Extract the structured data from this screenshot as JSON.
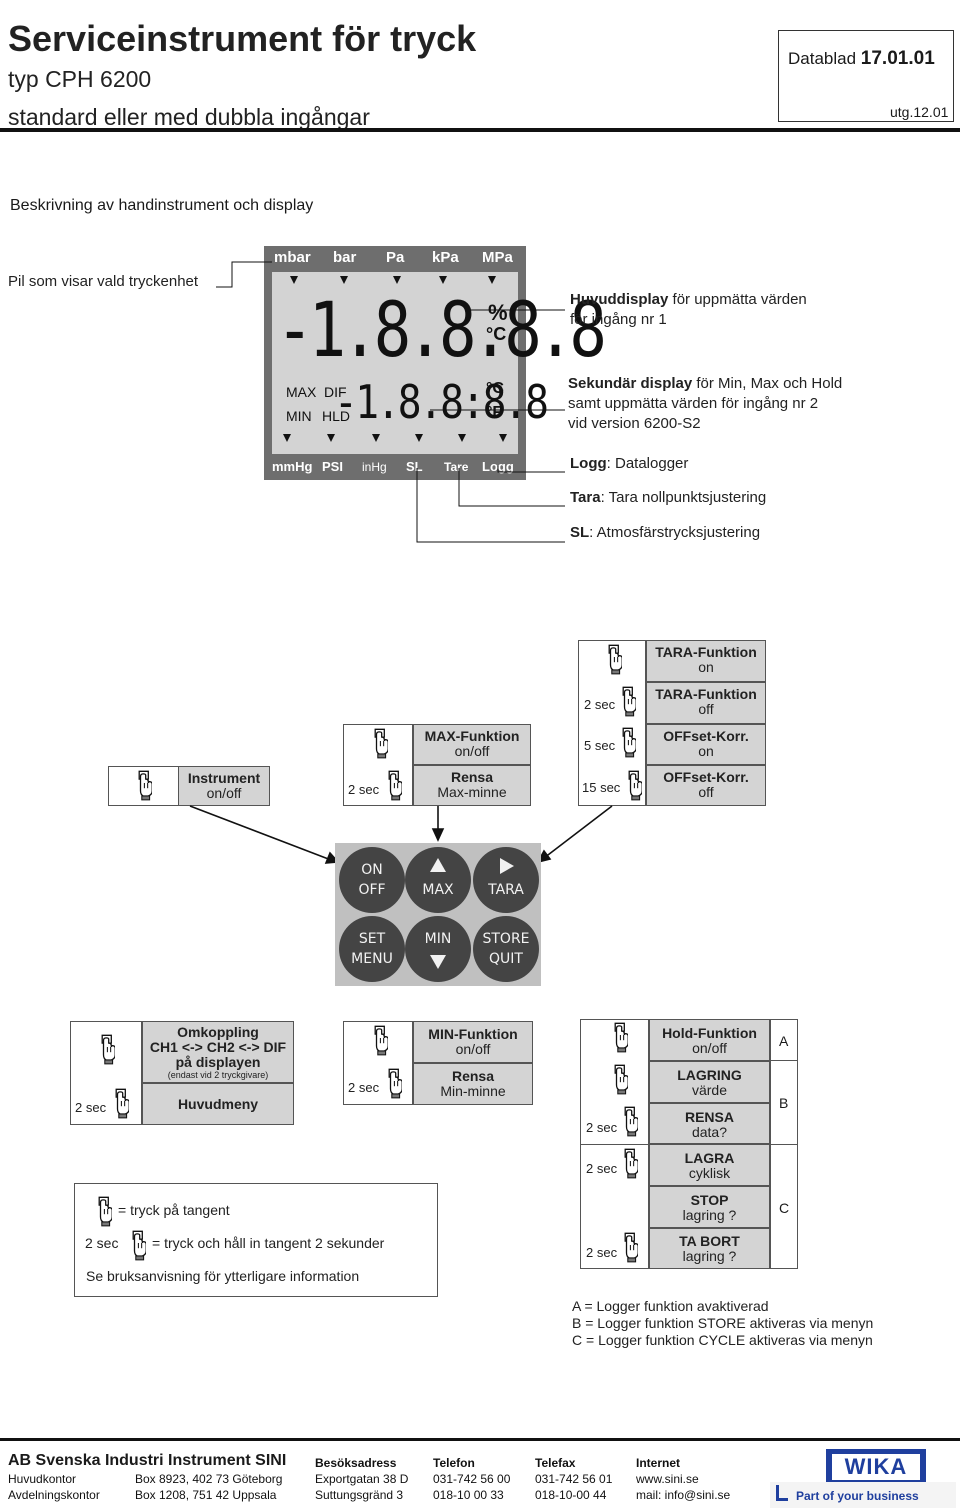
{
  "header": {
    "title": "Serviceinstrument för tryck",
    "subtitle1": "typ CPH 6200",
    "subtitle2": "standard eller med dubbla ingångar",
    "datablad_label": "Datablad",
    "datablad_date": "17.01.01",
    "utg": "utg.12.01"
  },
  "section_title": "Beskrivning av handinstrument och display",
  "display": {
    "top_units": [
      "mbar",
      "bar",
      "Pa",
      "kPa",
      "MPa"
    ],
    "main_digits": "-1.8.8.8.8",
    "main_unit_percent": "%",
    "main_unit_c": "°C",
    "side_labels": [
      "MAX",
      "DIF",
      "MIN",
      "HLD"
    ],
    "secondary_digits": "-1.8.8:8.8",
    "secondary_unit_c": "°C",
    "secondary_unit_f": "°F",
    "bottom_units": [
      "mmHg",
      "PSI",
      "inHg",
      "SL",
      "Tare",
      "Logg"
    ]
  },
  "annotations": {
    "left_label": "Pil som visar vald tryckenhet",
    "main_bold": "Huvuddisplay",
    "main_text": " för uppmätta värden",
    "main_text2": "för ingång nr 1",
    "sec_bold": "Sekundär display",
    "sec_text": " för Min, Max och Hold",
    "sec_text2": "samt uppmätta värden för ingång nr 2",
    "sec_text3": "vid version 6200-S2",
    "logg_bold": "Logg",
    "logg_text": ": Datalogger",
    "tara_bold": "Tara",
    "tara_text": ": Tara nollpunktsjustering",
    "sl_bold": "SL",
    "sl_text": ": Atmosfärstrycksjustering"
  },
  "functions_top": {
    "instrument": {
      "title": "Instrument",
      "text": "on/off"
    },
    "max": {
      "hold_time": "2 sec",
      "f1_title": "MAX-Funktion",
      "f1_text": "on/off",
      "f2_title": "Rensa",
      "f2_text": "Max-minne"
    },
    "tara": {
      "times": [
        "2 sec",
        "5 sec",
        "15 sec"
      ],
      "f1_title": "TARA-Funktion",
      "f1_text": "on",
      "f2_title": "TARA-Funktion",
      "f2_text": "off",
      "f3_title": "OFFset-Korr.",
      "f3_text": "on",
      "f4_title": "OFFset-Korr.",
      "f4_text": "off"
    }
  },
  "keypad": {
    "on_off": [
      "ON",
      "OFF"
    ],
    "max": "MAX",
    "tara": "TARA",
    "set_menu": [
      "SET",
      "MENU"
    ],
    "min": "MIN",
    "store_quit": [
      "STORE",
      "QUIT"
    ]
  },
  "functions_bottom": {
    "set": {
      "hold_time": "2 sec",
      "f1_line1": "Omkoppling",
      "f1_line2": "CH1 <-> CH2 <-> DIF",
      "f1_line3": "på displayen",
      "f1_note": "(endast vid 2 tryckgivare)",
      "f2_title": "Huvudmeny"
    },
    "min": {
      "hold_time": "2 sec",
      "f1_title": "MIN-Funktion",
      "f1_text": "on/off",
      "f2_title": "Rensa",
      "f2_text": "Min-minne"
    },
    "store": {
      "times": [
        "2 sec",
        "2 sec",
        "2 sec"
      ],
      "f1_title": "Hold-Funktion",
      "f1_text": "on/off",
      "f2_title": "LAGRING",
      "f2_text": "värde",
      "f3_title": "RENSA",
      "f3_text": "data?",
      "f4_title": "LAGRA",
      "f4_text": "cyklisk",
      "f5_title": "STOP",
      "f5_text": "lagring ?",
      "f6_title": "TA BORT",
      "f6_text": "lagring ?",
      "group_a": "A",
      "group_b": "B",
      "group_c": "C"
    }
  },
  "legend": {
    "press": "= tryck på tangent",
    "hold_time": "2 sec",
    "hold": "= tryck och håll in tangent 2 sekunder",
    "manual": "Se bruksanvisning för ytterligare information"
  },
  "logger_notes": [
    "A = Logger funktion avaktiverad",
    "B = Logger funktion STORE aktiveras via menyn",
    "C = Logger funktion CYCLE aktiveras via menyn"
  ],
  "footer": {
    "company": "AB Svenska Industri Instrument SINI",
    "rows": [
      [
        "Huvudkontor",
        "Box 8923, 402 73 Göteborg"
      ],
      [
        "Avdelningskontor",
        "Box 1208, 751 42 Uppsala"
      ]
    ],
    "visit_head": "Besöksadress",
    "visit": [
      "Exportgatan 38 D",
      "Suttungsgränd 3"
    ],
    "tel_head": "Telefon",
    "tel": [
      "031-742 56 00",
      "018-10 00 33"
    ],
    "fax_head": "Telefax",
    "fax": [
      "031-742 56 01",
      "018-10-00 44"
    ],
    "web_head": "Internet",
    "web": [
      "www.sini.se",
      "mail: info@sini.se"
    ],
    "logo": "WIKA",
    "slogan": "Part of your business"
  }
}
